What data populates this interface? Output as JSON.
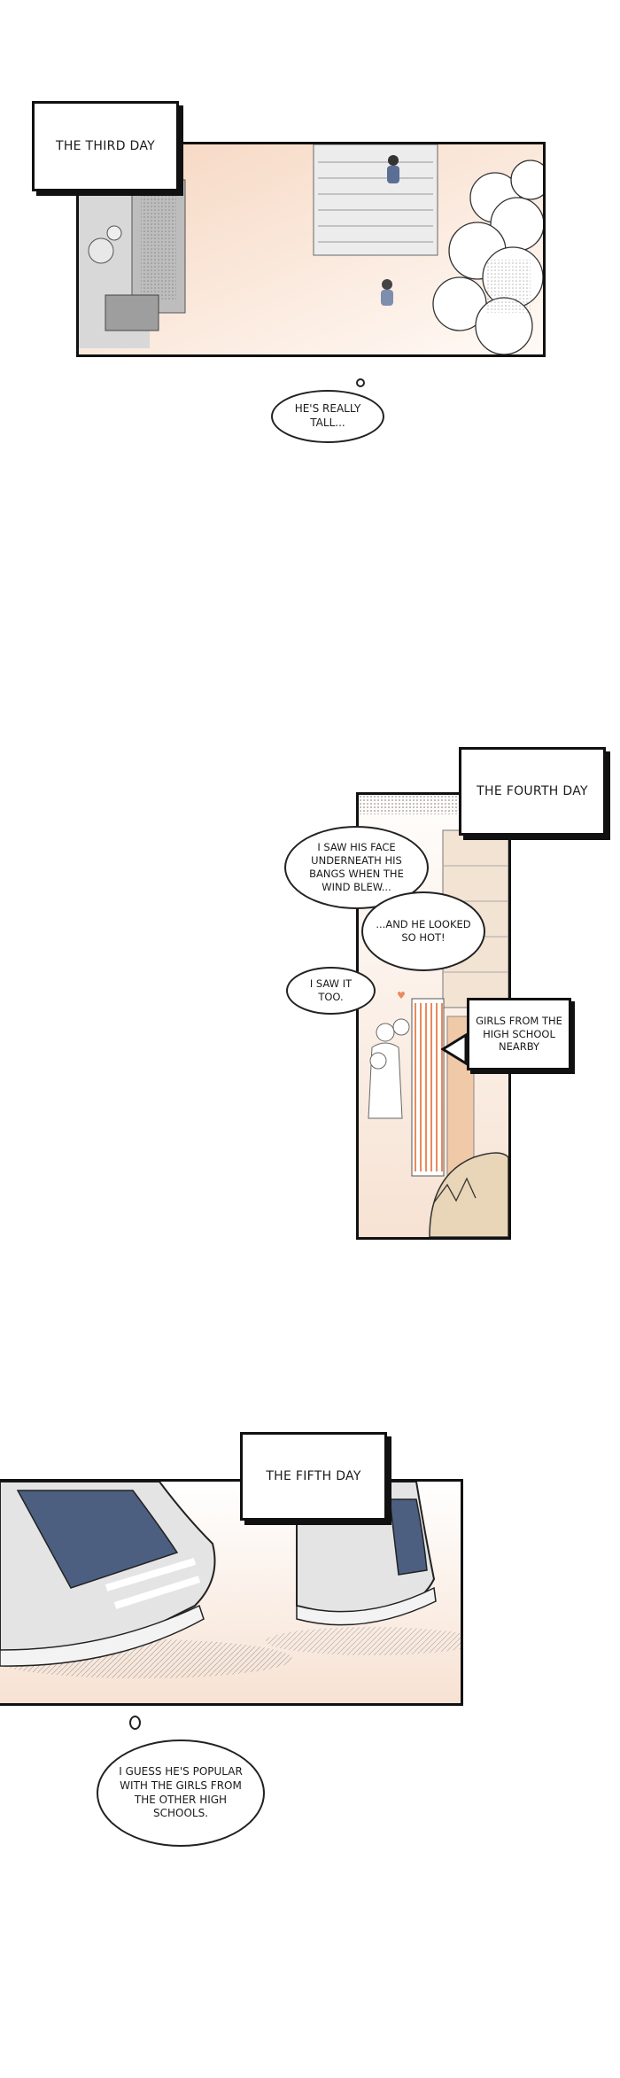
{
  "panel1": {
    "caption": "THE THIRD DAY",
    "bubble": "HE'S REALLY TALL..."
  },
  "panel2": {
    "caption": "THE FOURTH DAY",
    "bubble_a": "I SAW HIS FACE UNDERNEATH HIS BANGS WHEN THE WIND BLEW...",
    "bubble_b": "...AND HE LOOKED SO HOT!",
    "bubble_c": "I SAW IT TOO.",
    "label": "GIRLS FROM THE HIGH SCHOOL NEARBY"
  },
  "panel3": {
    "caption": "THE FIFTH DAY",
    "bubble": "I GUESS HE'S POPULAR WITH THE GIRLS FROM THE OTHER HIGH SCHOOLS."
  },
  "colors": {
    "ink": "#111111",
    "sky_tone": "#f7e2d3",
    "shoe_blue": "#4c5f80",
    "fence_orange": "#e98a5b",
    "hair_tan": "#e9d6b8"
  }
}
